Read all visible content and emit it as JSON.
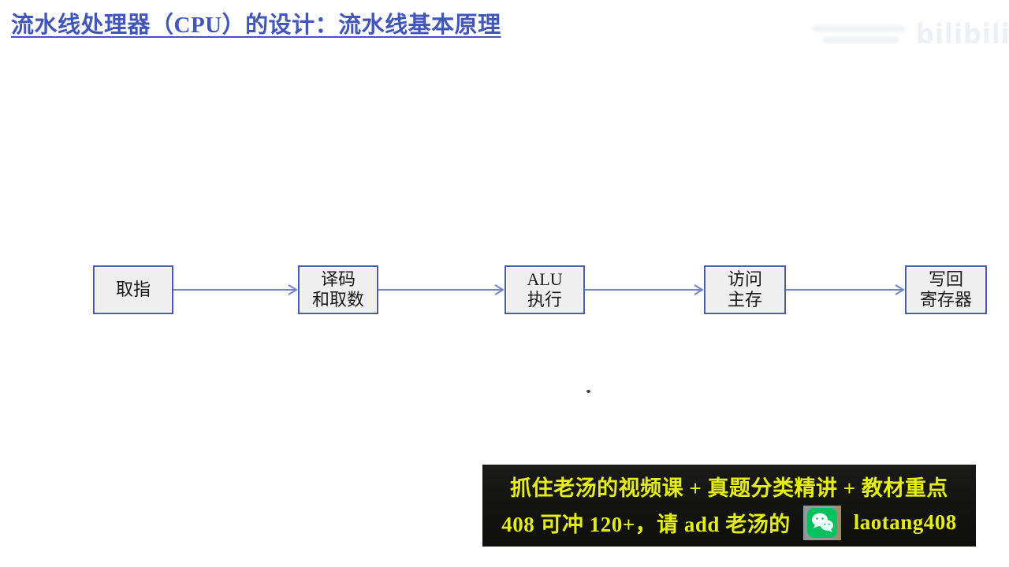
{
  "title": "流水线处理器（CPU）的设计：流水线基本原理",
  "watermark": {
    "logo_text": "bilibili"
  },
  "diagram": {
    "type": "pipeline-flow",
    "stages": [
      {
        "line1": "取指",
        "line2": ""
      },
      {
        "line1": "译码",
        "line2": "和取数"
      },
      {
        "line1": "ALU",
        "line2": "执行"
      },
      {
        "line1": "访问",
        "line2": "主存"
      },
      {
        "line1": "写回",
        "line2": "寄存器"
      }
    ],
    "connections": [
      "取指 → 译码和取数",
      "译码和取数 → ALU执行",
      "ALU执行 → 访问主存",
      "访问主存 → 写回寄存器"
    ]
  },
  "banner": {
    "line1": "抓住老汤的视频课 + 真题分类精讲 + 教材重点",
    "line2_prefix": "408 可冲 120+，请 add 老汤的",
    "line2_suffix": "laotang408",
    "wechat_icon": "wechat-icon"
  },
  "colors": {
    "title_blue": "#4156b8",
    "box_border": "#4a5caa",
    "box_fill": "#efefef",
    "arrow": "#7583c9",
    "banner_bg": "#121211",
    "banner_text": "#e4ee14",
    "wechat_green": "#07c160"
  }
}
